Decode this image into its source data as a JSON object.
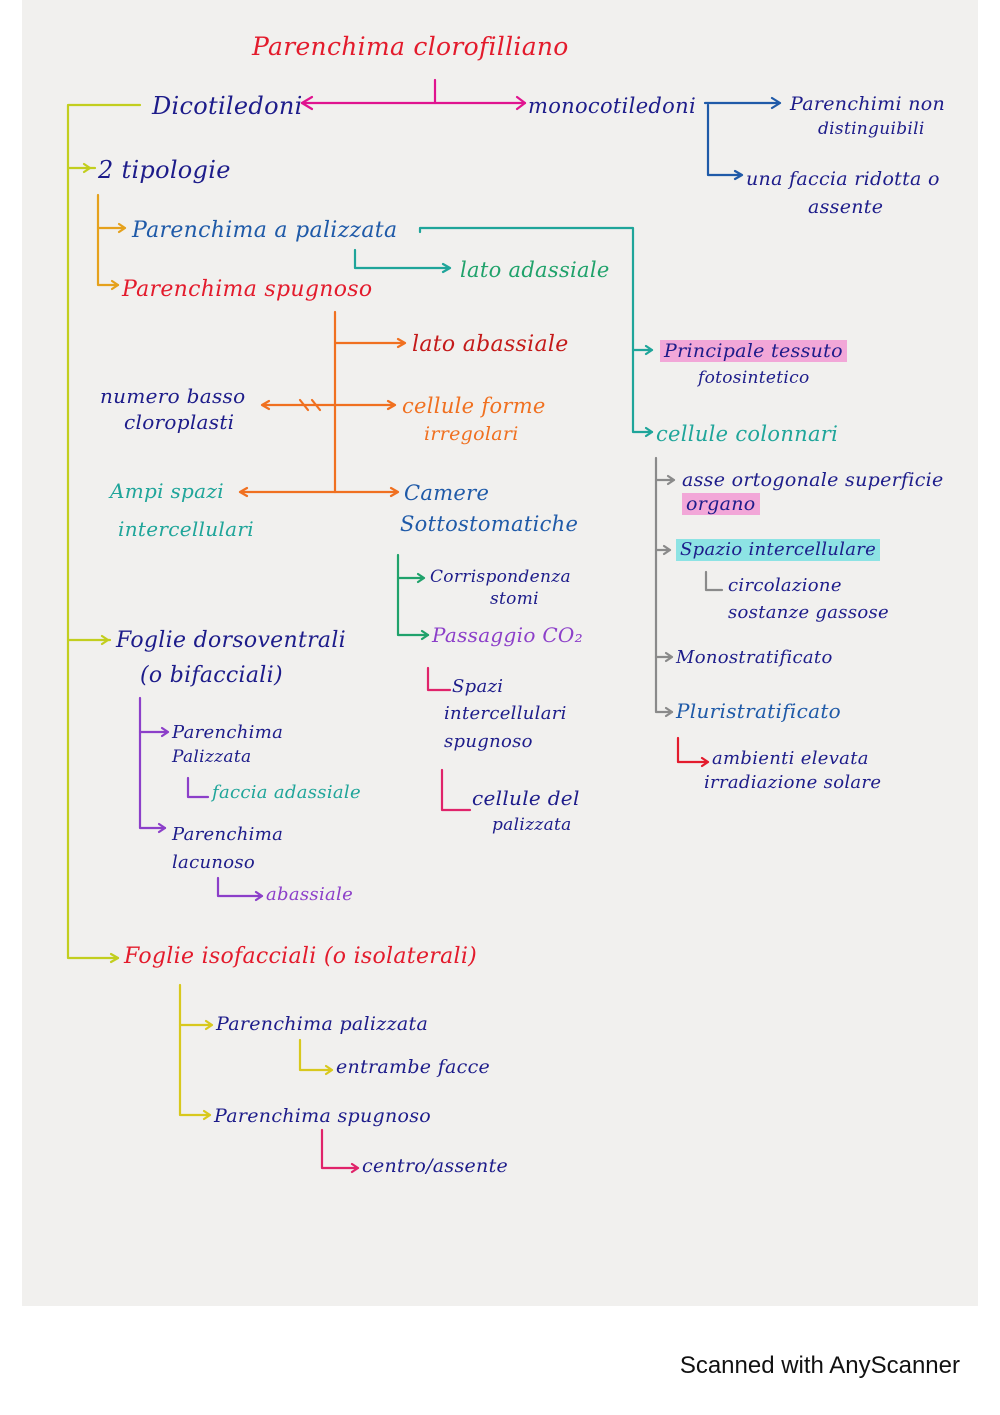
{
  "colors": {
    "paper": "#f1f0ee",
    "magenta": "#e0138f",
    "teal": "#1fa59a",
    "orange": "#f07020",
    "gold": "#e5a11c",
    "lime": "#c2ce1e",
    "purple": "#8c3fc9",
    "pink": "#e0236a",
    "grey": "#8a8a8a",
    "navy": "#1d1c8a",
    "blue": "#1f5aa8",
    "red": "#e31b2c",
    "green": "#20a26b",
    "highlight_pink": "#f2a7d8",
    "highlight_cyan": "#8de3e4"
  },
  "title": "Parenchima clorofilliano",
  "dicot": "Dicotiledoni",
  "monocot": {
    "label": "monocotiledoni",
    "items": [
      "Parenchimi non",
      "distinguibili",
      "una faccia ridotta o",
      "assente"
    ]
  },
  "tipologie": "2 tipologie",
  "palizzata": {
    "label": "Parenchima a palizzata",
    "lato": "lato adassiale",
    "principale": [
      "Principale tessuto",
      "fotosintetico"
    ],
    "colonnari": "cellule colonnari",
    "subs": [
      "asse ortogonale superficie",
      "organo",
      "Spazio intercellulare",
      "circolazione",
      "sostanze gassose",
      "Monostratificato",
      "Pluristratificato",
      "ambienti elevata",
      "irradiazione solare"
    ]
  },
  "spugnoso": {
    "label": "Parenchima spugnoso",
    "lato": "lato abassiale",
    "numero": [
      "numero basso",
      "cloroplasti"
    ],
    "cellule": [
      "cellule forme",
      "irregolari"
    ],
    "ampi": [
      "Ampi spazi",
      "intercellulari"
    ],
    "camere": [
      "Camere",
      "Sottostomatiche"
    ],
    "corrisp": [
      "Corrispondenza",
      "stomi"
    ],
    "passaggio": "Passaggio CO₂",
    "spazi": [
      "Spazi",
      "intercellulari",
      "spugnoso"
    ],
    "cellpal": [
      "cellule del",
      "palizzata"
    ]
  },
  "dorso": {
    "label": [
      "Foglie dorsoventrali",
      "(o bifacciali)"
    ],
    "pal": [
      "Parenchima",
      "Palizzata"
    ],
    "faccia": "faccia adassiale",
    "lac": [
      "Parenchima",
      "lacunoso"
    ],
    "abass": "abassiale"
  },
  "iso": {
    "label": "Foglie isofacciali (o isolaterali)",
    "pal": "Parenchima palizzata",
    "entrambe": "entrambe facce",
    "spu": "Parenchima spugnoso",
    "centro": "centro/assente"
  },
  "footer": "Scanned with AnyScanner"
}
